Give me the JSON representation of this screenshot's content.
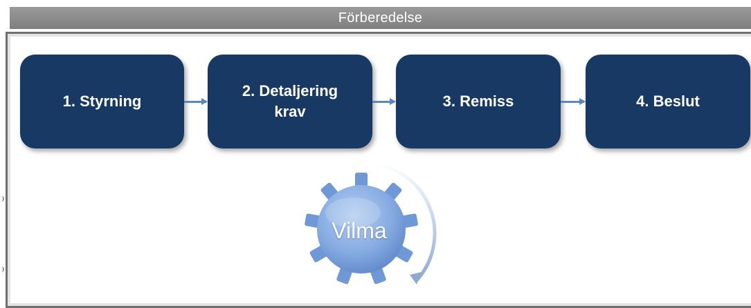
{
  "header": {
    "title": "Förberedelse"
  },
  "steps": [
    {
      "label": "1. Styrning"
    },
    {
      "label": "2. Detaljering krav"
    },
    {
      "label": "3. Remiss"
    },
    {
      "label": "4. Beslut"
    }
  ],
  "cycle": {
    "label": "Vilma",
    "icon": "gear-icon"
  },
  "colors": {
    "step_fill": "#173963",
    "arrow": "#5b86c2",
    "gear": "#7ea6df",
    "header_bar": "#8a8a8a"
  }
}
